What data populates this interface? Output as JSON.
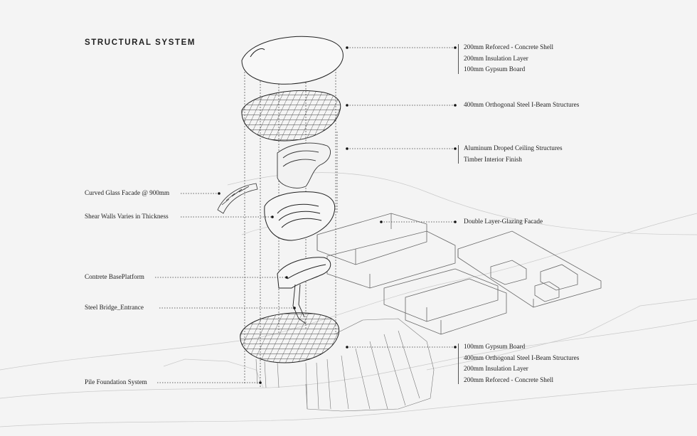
{
  "title": "STRUCTURAL SYSTEM",
  "left_labels": [
    {
      "id": "curved-glass",
      "text": "Curved Glass Facade @ 900mm"
    },
    {
      "id": "shear-walls",
      "text": "Shear Walls Varies in Thickness"
    },
    {
      "id": "base-platform",
      "text": "Contrete BasePlatform"
    },
    {
      "id": "steel-bridge",
      "text": "Steel Bridge_Entrance"
    },
    {
      "id": "pile-foundation",
      "text": "Pile Foundation System"
    }
  ],
  "right_groups": [
    {
      "id": "roof-shell",
      "lines": [
        "200mm Reforced - Concrete Shell",
        "200mm Insulation Layer",
        "100mm Gypsum Board"
      ]
    },
    {
      "id": "roof-beams",
      "lines": [
        "400mm Orthogonal Steel I-Beam Structures"
      ]
    },
    {
      "id": "ceiling",
      "lines": [
        "Aluminum Droped Ceiling Structures",
        "Timber Interior Finish"
      ]
    },
    {
      "id": "glazing",
      "lines": [
        "Double Layer-Glazing Facade"
      ]
    },
    {
      "id": "base-shell",
      "lines": [
        "100mm Gypsum Board",
        "400mm Orthogonal Steel I-Beam Structures",
        "200mm Insulation Layer",
        "200mm Reforced - Concrete Shell"
      ]
    }
  ]
}
